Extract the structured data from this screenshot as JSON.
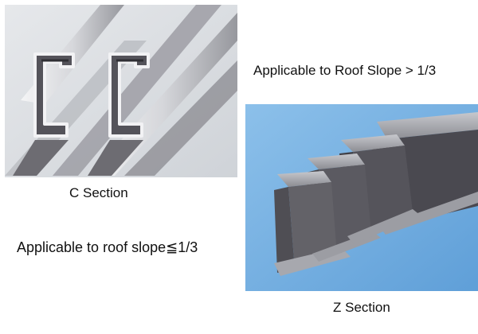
{
  "captions": {
    "c_section": "C Section",
    "z_section": "Z Section",
    "roof_slope_greater": "Applicable to Roof Slope > 1/3",
    "roof_slope_less": "Applicable to roof slope≦1/3"
  },
  "colors": {
    "c_background": "#dde0e4",
    "z_background": "#7ab1e0",
    "steel_dark": "#4e4d53",
    "steel_light": "#b8b9bf",
    "steel_highlight": "#f5f5f7"
  }
}
